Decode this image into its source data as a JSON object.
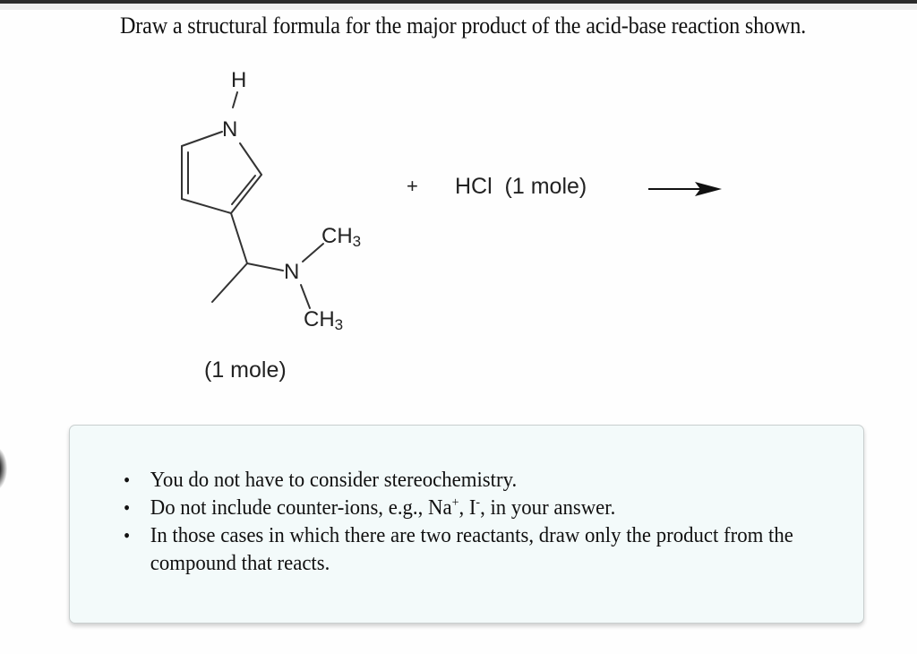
{
  "question": {
    "prompt": "Draw a structural formula for the major product of the acid-base reaction shown."
  },
  "reaction": {
    "reactant1": {
      "atom_labels": {
        "ring_h": "H",
        "ring_n": "N",
        "amine_n": "N",
        "methyl_top": "CH",
        "methyl_top_sub": "3",
        "methyl_bottom": "CH",
        "methyl_bottom_sub": "3"
      },
      "amount": "(1 mole)"
    },
    "plus": "+",
    "reactant2": "HCl  (1 mole)",
    "arrow": "reaction-arrow"
  },
  "instructions": {
    "bullet": "•",
    "items": [
      {
        "text": "You do not have to consider stereochemistry."
      },
      {
        "pre": "Do not include counter-ions, e.g., Na",
        "sup1": "+",
        "mid": ", I",
        "sup2": "-",
        "post": ", in your answer."
      },
      {
        "text": "In those cases in which there are two reactants, draw only the product from the compound that reacts."
      }
    ]
  },
  "colors": {
    "top_bar": "#2c2c2c",
    "note_background": "#f3fafa",
    "note_border": "#c9cfcf",
    "bond_color": "#333333"
  }
}
